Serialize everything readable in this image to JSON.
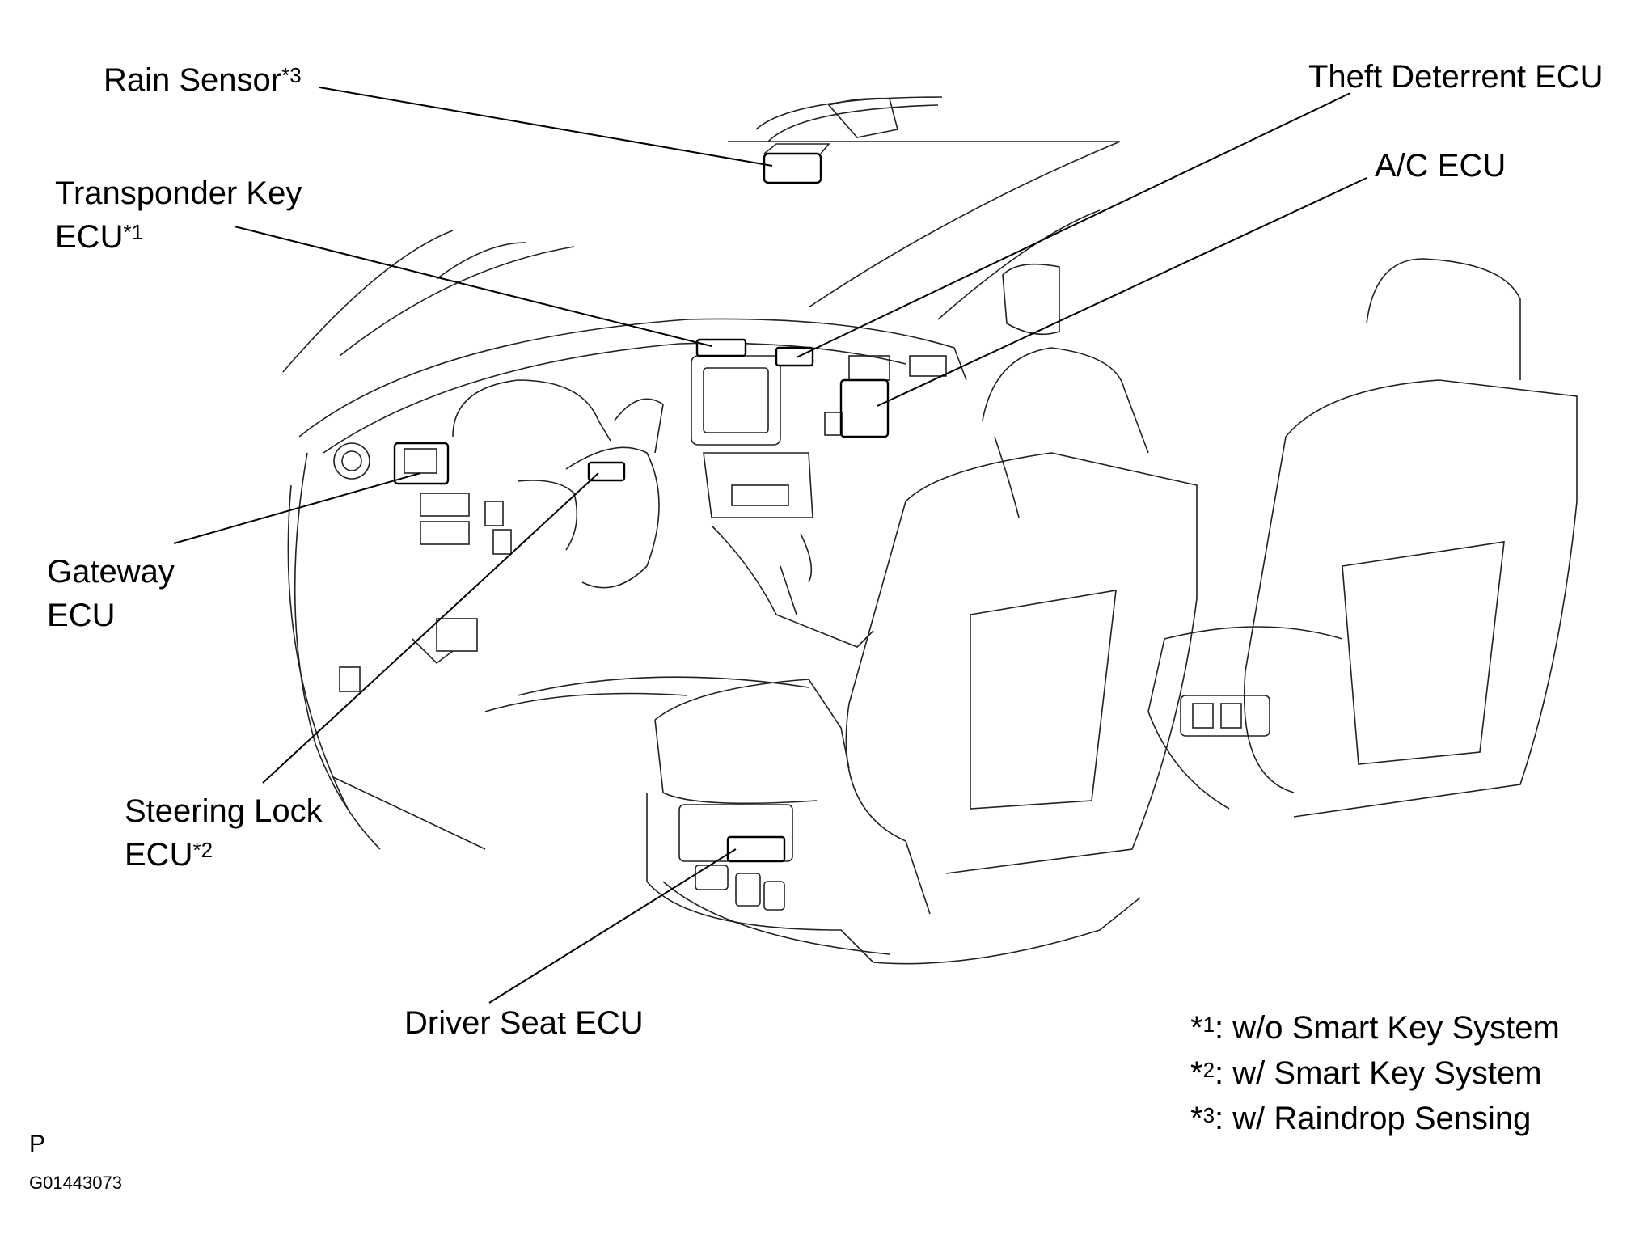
{
  "labels": {
    "rain_sensor": {
      "text": "Rain Sensor",
      "mark": "*3"
    },
    "theft_deterrent": {
      "text": "Theft Deterrent ECU"
    },
    "ac_ecu": {
      "text": "A/C ECU"
    },
    "transponder_key": {
      "line1": "Transponder Key",
      "line2": "ECU",
      "mark": "*1"
    },
    "gateway": {
      "line1": "Gateway",
      "line2": "ECU"
    },
    "steering_lock": {
      "line1": "Steering Lock",
      "line2": "ECU",
      "mark": "*2"
    },
    "driver_seat": {
      "text": "Driver Seat ECU"
    }
  },
  "notes": [
    {
      "star": "*",
      "num": "1",
      "text": ": w/o Smart Key System"
    },
    {
      "star": "*",
      "num": "2",
      "text": ": w/ Smart Key System"
    },
    {
      "star": "*",
      "num": "3",
      "text": ": w/ Raindrop Sensing"
    }
  ],
  "footer": {
    "letter": "P",
    "code": "G01443073"
  }
}
